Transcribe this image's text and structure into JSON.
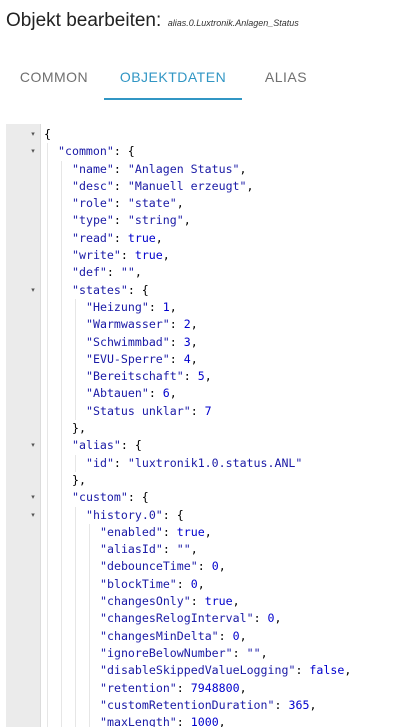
{
  "header": {
    "title": "Objekt bearbeiten:",
    "object_id": "alias.0.Luxtronik.Anlagen_Status"
  },
  "tabs": [
    {
      "label": "COMMON",
      "active": false
    },
    {
      "label": "OBJEKTDATEN",
      "active": true
    },
    {
      "label": "ALIAS",
      "active": false
    }
  ],
  "colors": {
    "accent": "#3196c4",
    "json_key": "#1a1aa6",
    "json_value": "#0000cd"
  },
  "fold_icon": "triangle-down-icon",
  "code_lines": [
    {
      "indent": 0,
      "fold": true,
      "tokens": [
        {
          "t": "p",
          "v": "{"
        }
      ]
    },
    {
      "indent": 1,
      "fold": true,
      "tokens": [
        {
          "t": "k",
          "v": "\"common\""
        },
        {
          "t": "p",
          "v": ": {"
        }
      ]
    },
    {
      "indent": 2,
      "fold": false,
      "tokens": [
        {
          "t": "k",
          "v": "\"name\""
        },
        {
          "t": "p",
          "v": ": "
        },
        {
          "t": "s",
          "v": "\"Anlagen Status\""
        },
        {
          "t": "p",
          "v": ","
        }
      ]
    },
    {
      "indent": 2,
      "fold": false,
      "tokens": [
        {
          "t": "k",
          "v": "\"desc\""
        },
        {
          "t": "p",
          "v": ": "
        },
        {
          "t": "s",
          "v": "\"Manuell erzeugt\""
        },
        {
          "t": "p",
          "v": ","
        }
      ]
    },
    {
      "indent": 2,
      "fold": false,
      "tokens": [
        {
          "t": "k",
          "v": "\"role\""
        },
        {
          "t": "p",
          "v": ": "
        },
        {
          "t": "s",
          "v": "\"state\""
        },
        {
          "t": "p",
          "v": ","
        }
      ]
    },
    {
      "indent": 2,
      "fold": false,
      "tokens": [
        {
          "t": "k",
          "v": "\"type\""
        },
        {
          "t": "p",
          "v": ": "
        },
        {
          "t": "s",
          "v": "\"string\""
        },
        {
          "t": "p",
          "v": ","
        }
      ]
    },
    {
      "indent": 2,
      "fold": false,
      "tokens": [
        {
          "t": "k",
          "v": "\"read\""
        },
        {
          "t": "p",
          "v": ": "
        },
        {
          "t": "b",
          "v": "true"
        },
        {
          "t": "p",
          "v": ","
        }
      ]
    },
    {
      "indent": 2,
      "fold": false,
      "tokens": [
        {
          "t": "k",
          "v": "\"write\""
        },
        {
          "t": "p",
          "v": ": "
        },
        {
          "t": "b",
          "v": "true"
        },
        {
          "t": "p",
          "v": ","
        }
      ]
    },
    {
      "indent": 2,
      "fold": false,
      "tokens": [
        {
          "t": "k",
          "v": "\"def\""
        },
        {
          "t": "p",
          "v": ": "
        },
        {
          "t": "s",
          "v": "\"\""
        },
        {
          "t": "p",
          "v": ","
        }
      ]
    },
    {
      "indent": 2,
      "fold": true,
      "tokens": [
        {
          "t": "k",
          "v": "\"states\""
        },
        {
          "t": "p",
          "v": ": {"
        }
      ]
    },
    {
      "indent": 3,
      "fold": false,
      "tokens": [
        {
          "t": "k",
          "v": "\"Heizung\""
        },
        {
          "t": "p",
          "v": ": "
        },
        {
          "t": "n",
          "v": "1"
        },
        {
          "t": "p",
          "v": ","
        }
      ]
    },
    {
      "indent": 3,
      "fold": false,
      "tokens": [
        {
          "t": "k",
          "v": "\"Warmwasser\""
        },
        {
          "t": "p",
          "v": ": "
        },
        {
          "t": "n",
          "v": "2"
        },
        {
          "t": "p",
          "v": ","
        }
      ]
    },
    {
      "indent": 3,
      "fold": false,
      "tokens": [
        {
          "t": "k",
          "v": "\"Schwimmbad\""
        },
        {
          "t": "p",
          "v": ": "
        },
        {
          "t": "n",
          "v": "3"
        },
        {
          "t": "p",
          "v": ","
        }
      ]
    },
    {
      "indent": 3,
      "fold": false,
      "tokens": [
        {
          "t": "k",
          "v": "\"EVU-Sperre\""
        },
        {
          "t": "p",
          "v": ": "
        },
        {
          "t": "n",
          "v": "4"
        },
        {
          "t": "p",
          "v": ","
        }
      ]
    },
    {
      "indent": 3,
      "fold": false,
      "tokens": [
        {
          "t": "k",
          "v": "\"Bereitschaft\""
        },
        {
          "t": "p",
          "v": ": "
        },
        {
          "t": "n",
          "v": "5"
        },
        {
          "t": "p",
          "v": ","
        }
      ]
    },
    {
      "indent": 3,
      "fold": false,
      "tokens": [
        {
          "t": "k",
          "v": "\"Abtauen\""
        },
        {
          "t": "p",
          "v": ": "
        },
        {
          "t": "n",
          "v": "6"
        },
        {
          "t": "p",
          "v": ","
        }
      ]
    },
    {
      "indent": 3,
      "fold": false,
      "tokens": [
        {
          "t": "k",
          "v": "\"Status unklar\""
        },
        {
          "t": "p",
          "v": ": "
        },
        {
          "t": "n",
          "v": "7"
        }
      ]
    },
    {
      "indent": 2,
      "fold": false,
      "tokens": [
        {
          "t": "p",
          "v": "},"
        }
      ]
    },
    {
      "indent": 2,
      "fold": true,
      "tokens": [
        {
          "t": "k",
          "v": "\"alias\""
        },
        {
          "t": "p",
          "v": ": {"
        }
      ]
    },
    {
      "indent": 3,
      "fold": false,
      "tokens": [
        {
          "t": "k",
          "v": "\"id\""
        },
        {
          "t": "p",
          "v": ": "
        },
        {
          "t": "s",
          "v": "\"luxtronik1.0.status.ANL\""
        }
      ]
    },
    {
      "indent": 2,
      "fold": false,
      "tokens": [
        {
          "t": "p",
          "v": "},"
        }
      ]
    },
    {
      "indent": 2,
      "fold": true,
      "tokens": [
        {
          "t": "k",
          "v": "\"custom\""
        },
        {
          "t": "p",
          "v": ": {"
        }
      ]
    },
    {
      "indent": 3,
      "fold": true,
      "tokens": [
        {
          "t": "k",
          "v": "\"history.0\""
        },
        {
          "t": "p",
          "v": ": {"
        }
      ]
    },
    {
      "indent": 4,
      "fold": false,
      "tokens": [
        {
          "t": "k",
          "v": "\"enabled\""
        },
        {
          "t": "p",
          "v": ": "
        },
        {
          "t": "b",
          "v": "true"
        },
        {
          "t": "p",
          "v": ","
        }
      ]
    },
    {
      "indent": 4,
      "fold": false,
      "tokens": [
        {
          "t": "k",
          "v": "\"aliasId\""
        },
        {
          "t": "p",
          "v": ": "
        },
        {
          "t": "s",
          "v": "\"\""
        },
        {
          "t": "p",
          "v": ","
        }
      ]
    },
    {
      "indent": 4,
      "fold": false,
      "tokens": [
        {
          "t": "k",
          "v": "\"debounceTime\""
        },
        {
          "t": "p",
          "v": ": "
        },
        {
          "t": "n",
          "v": "0"
        },
        {
          "t": "p",
          "v": ","
        }
      ]
    },
    {
      "indent": 4,
      "fold": false,
      "tokens": [
        {
          "t": "k",
          "v": "\"blockTime\""
        },
        {
          "t": "p",
          "v": ": "
        },
        {
          "t": "n",
          "v": "0"
        },
        {
          "t": "p",
          "v": ","
        }
      ]
    },
    {
      "indent": 4,
      "fold": false,
      "tokens": [
        {
          "t": "k",
          "v": "\"changesOnly\""
        },
        {
          "t": "p",
          "v": ": "
        },
        {
          "t": "b",
          "v": "true"
        },
        {
          "t": "p",
          "v": ","
        }
      ]
    },
    {
      "indent": 4,
      "fold": false,
      "tokens": [
        {
          "t": "k",
          "v": "\"changesRelogInterval\""
        },
        {
          "t": "p",
          "v": ": "
        },
        {
          "t": "n",
          "v": "0"
        },
        {
          "t": "p",
          "v": ","
        }
      ]
    },
    {
      "indent": 4,
      "fold": false,
      "tokens": [
        {
          "t": "k",
          "v": "\"changesMinDelta\""
        },
        {
          "t": "p",
          "v": ": "
        },
        {
          "t": "n",
          "v": "0"
        },
        {
          "t": "p",
          "v": ","
        }
      ]
    },
    {
      "indent": 4,
      "fold": false,
      "tokens": [
        {
          "t": "k",
          "v": "\"ignoreBelowNumber\""
        },
        {
          "t": "p",
          "v": ": "
        },
        {
          "t": "s",
          "v": "\"\""
        },
        {
          "t": "p",
          "v": ","
        }
      ]
    },
    {
      "indent": 4,
      "fold": false,
      "tokens": [
        {
          "t": "k",
          "v": "\"disableSkippedValueLogging\""
        },
        {
          "t": "p",
          "v": ": "
        },
        {
          "t": "b",
          "v": "false"
        },
        {
          "t": "p",
          "v": ","
        }
      ]
    },
    {
      "indent": 4,
      "fold": false,
      "tokens": [
        {
          "t": "k",
          "v": "\"retention\""
        },
        {
          "t": "p",
          "v": ": "
        },
        {
          "t": "n",
          "v": "7948800"
        },
        {
          "t": "p",
          "v": ","
        }
      ]
    },
    {
      "indent": 4,
      "fold": false,
      "tokens": [
        {
          "t": "k",
          "v": "\"customRetentionDuration\""
        },
        {
          "t": "p",
          "v": ": "
        },
        {
          "t": "n",
          "v": "365"
        },
        {
          "t": "p",
          "v": ","
        }
      ]
    },
    {
      "indent": 4,
      "fold": false,
      "tokens": [
        {
          "t": "k",
          "v": "\"maxLength\""
        },
        {
          "t": "p",
          "v": ": "
        },
        {
          "t": "n",
          "v": "1000"
        },
        {
          "t": "p",
          "v": ","
        }
      ]
    }
  ]
}
